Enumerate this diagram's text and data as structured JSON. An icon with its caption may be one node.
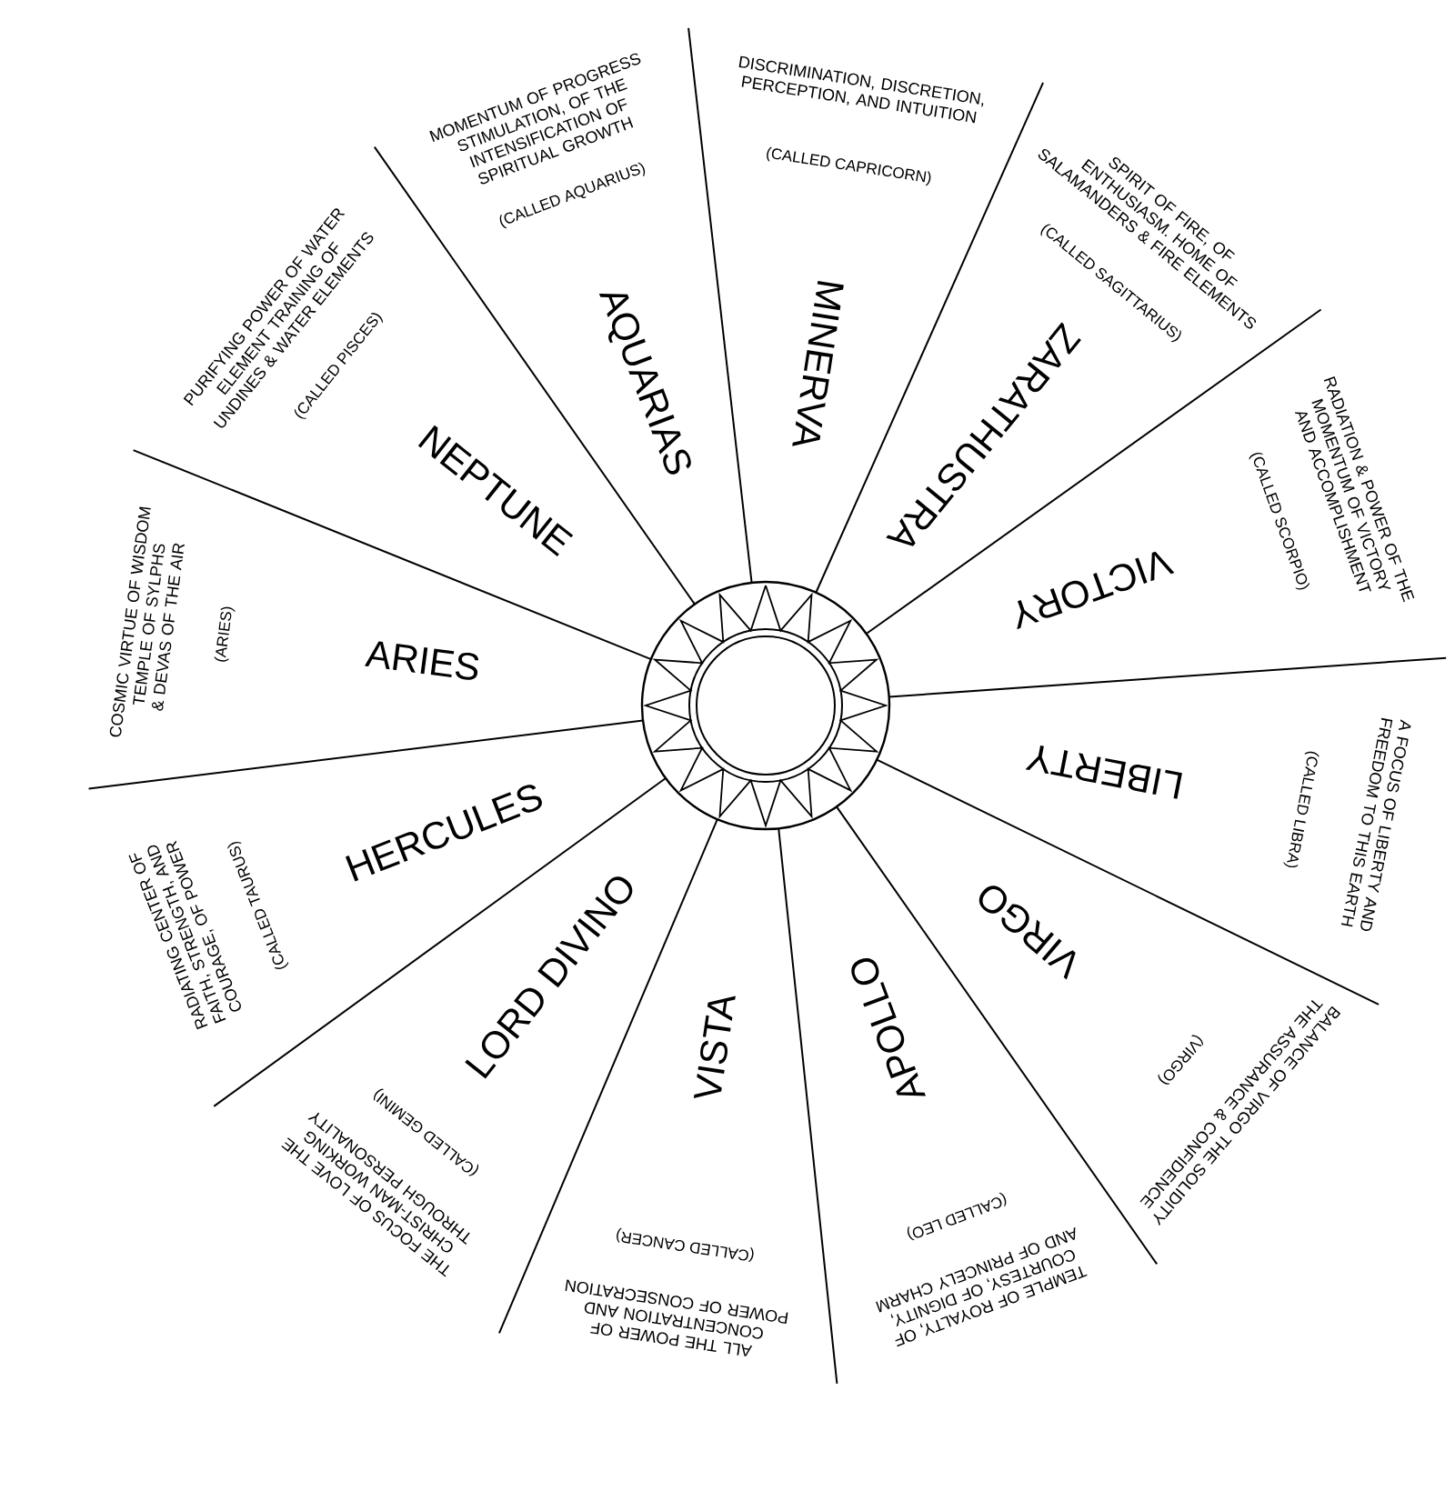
{
  "diagram": {
    "nodes": [
      {
        "text": [],
        "shape": "circle"
      },
      {
        "text": [
          "AQUARIAS",
          "MOMENTUM OF PROGRESS STIMULATION, OF THE INTENSIFICATION OF SPIRITUAL GROWTH",
          "(CALLED AQUARIUS)"
        ]
      },
      {
        "text": [
          "MINERVA",
          "DISCRIMINATION, DISCRETION, PERCEPTION, AND INTUITION",
          "(CALLED CAPRICORN)"
        ]
      },
      {
        "text": [
          "ZARATHUSTRA",
          "SPIRIT OF FIRE, OF ENTHUSIASM. HOME OF SALAMANDERS & FIRE ELEMENTS",
          "(CALLED SAGITTARIUS)"
        ]
      },
      {
        "text": [
          "VICTORY",
          "RADIATION & POWER OF THE MOMENTUM OF VICTORY AND ACCOMPLISHMENT",
          "(CALLED SCORPIO)"
        ]
      },
      {
        "text": [
          "LIBERTY",
          "A FOCUS OF LIBERTY AND FREEDOM TO THIS EARTH",
          "(CALLED LIBRA)"
        ]
      },
      {
        "text": [
          "VIRGO",
          "BALANCE OF VIRGO THE SOLIDITY THE ASSURANCE & CONFIDENCE",
          "(VIRGO)"
        ]
      },
      {
        "text": [
          "APOLLO",
          "TEMPLE OF ROYALTY, OF COURTESY, OF DIGNITY, AND OF PRINCELY CHARM",
          "(CALLED LEO)"
        ]
      },
      {
        "text": [
          "VISTA",
          "ALL THE POWER OF CONCENTRATION AND POWER OF CONSECRATION",
          "(CALLED CANCER)"
        ]
      },
      {
        "text": [
          "LORD DIVINO",
          "THE FOCUS OF LOVE THE CHRIST-MAN WORKING THROUGH PERSONALITY",
          "(CALLED GEMINI)"
        ]
      },
      {
        "text": [
          "HERCULES",
          "RADIATING CENTER OF FAITH, STRENGTH, AND COURAGE, OF POWER",
          "(CALLED TAURUS)"
        ]
      },
      {
        "text": [
          "ARIES",
          "COSMIC VIRTUE OF WISDOM TEMPLE OF SYLPHS & DEVAS OF THE AIR",
          "(ARIES)"
        ]
      },
      {
        "text": [
          "NEPTUNE",
          "PURIFYING POWER OF WATER ELEMENT TRAINING OF UNDINES & WATER ELEMENTS",
          "(CALLED PISCES)"
        ]
      }
    ]
  }
}
